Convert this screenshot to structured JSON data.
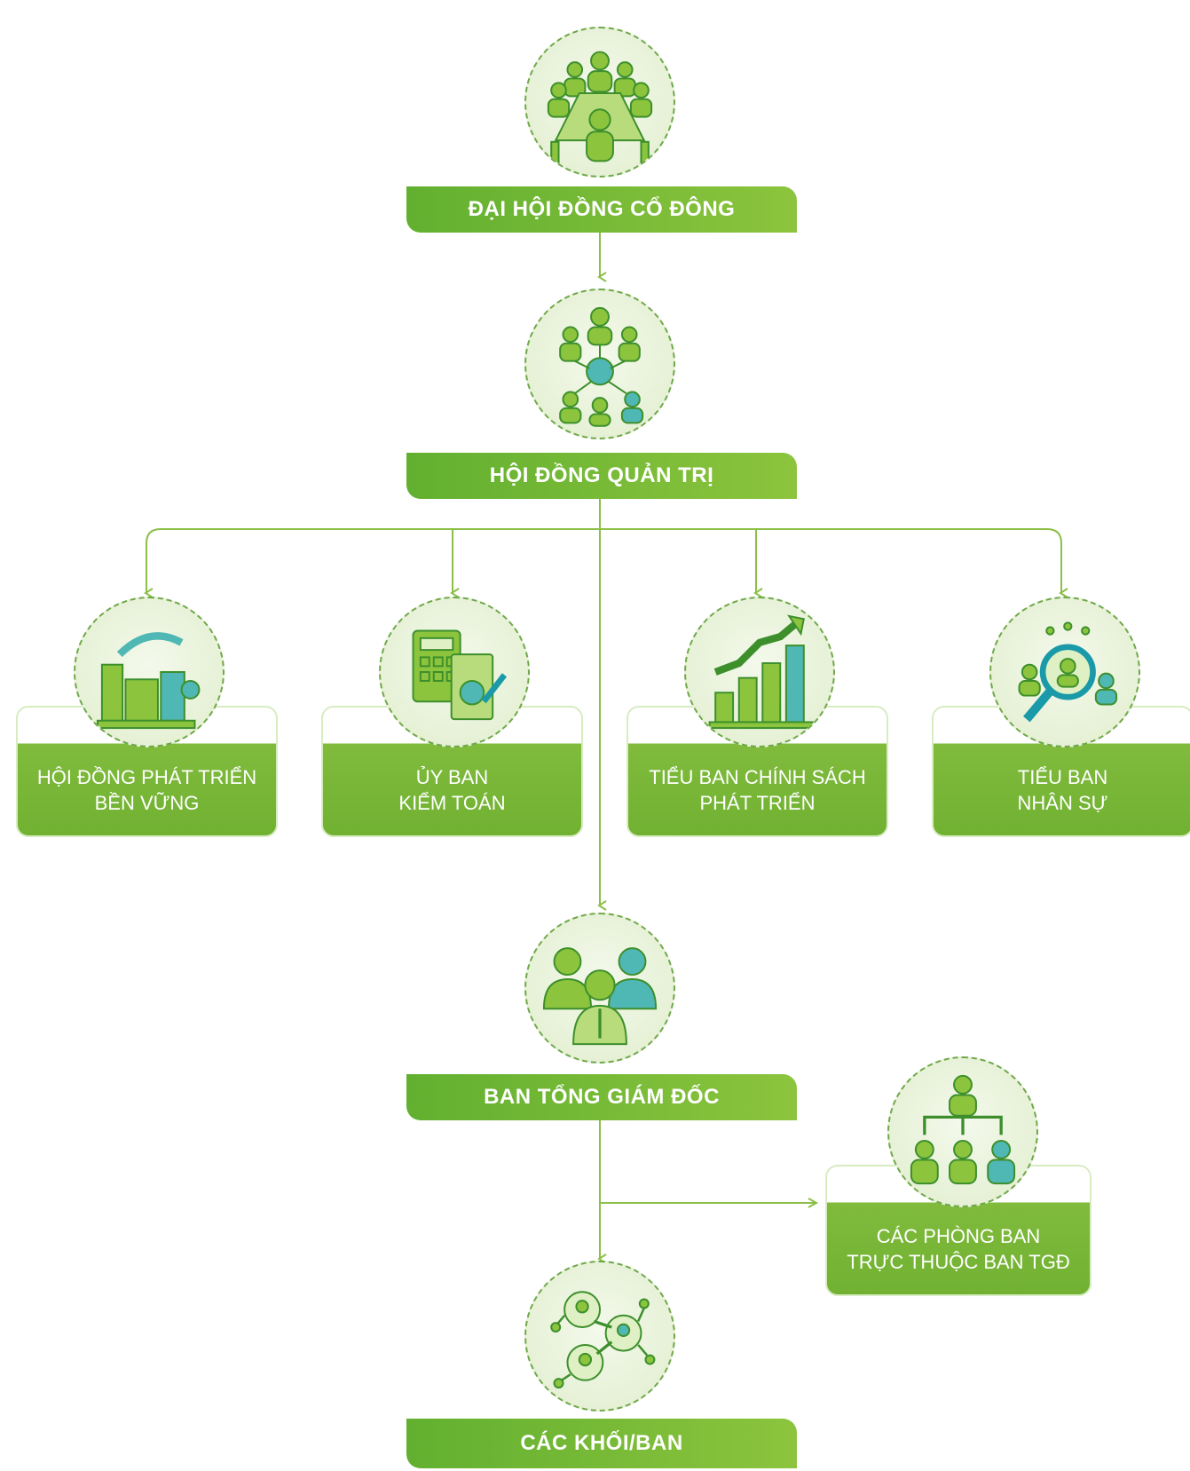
{
  "diagram": {
    "general_meeting": {
      "label": "ĐẠI HỘI ĐỒNG CỔ ĐÔNG",
      "icon": "boardroom-meeting-icon"
    },
    "board": {
      "label": "HỘI ĐỒNG QUẢN TRỊ",
      "icon": "team-network-icon"
    },
    "committees": [
      {
        "line1": "HỘI ĐỒNG PHÁT TRIỂN",
        "line2": "BỀN VỮNG",
        "icon": "sustainable-factory-icon"
      },
      {
        "line1": "ỦY BAN",
        "line2": "KIỂM TOÁN",
        "icon": "audit-calculator-icon"
      },
      {
        "line1": "TIỂU BAN CHÍNH SÁCH",
        "line2": "PHÁT TRIỂN",
        "icon": "growth-chart-icon"
      },
      {
        "line1": "TIỂU BAN",
        "line2": "NHÂN SỰ",
        "icon": "recruitment-search-icon"
      }
    ],
    "executive": {
      "label": "BAN TỔNG GIÁM ĐỐC",
      "icon": "executive-team-icon"
    },
    "departments": {
      "line1": "CÁC PHÒNG BAN",
      "line2": "TRỰC THUỘC BAN TGĐ",
      "icon": "org-hierarchy-icon"
    },
    "divisions": {
      "label": "CÁC KHỐI/BAN",
      "icon": "connected-people-icon"
    },
    "colors": {
      "green": "#6eb436",
      "light_green": "#8cc43d",
      "teal": "#1a9aa8",
      "connector": "#8bbf46"
    }
  }
}
